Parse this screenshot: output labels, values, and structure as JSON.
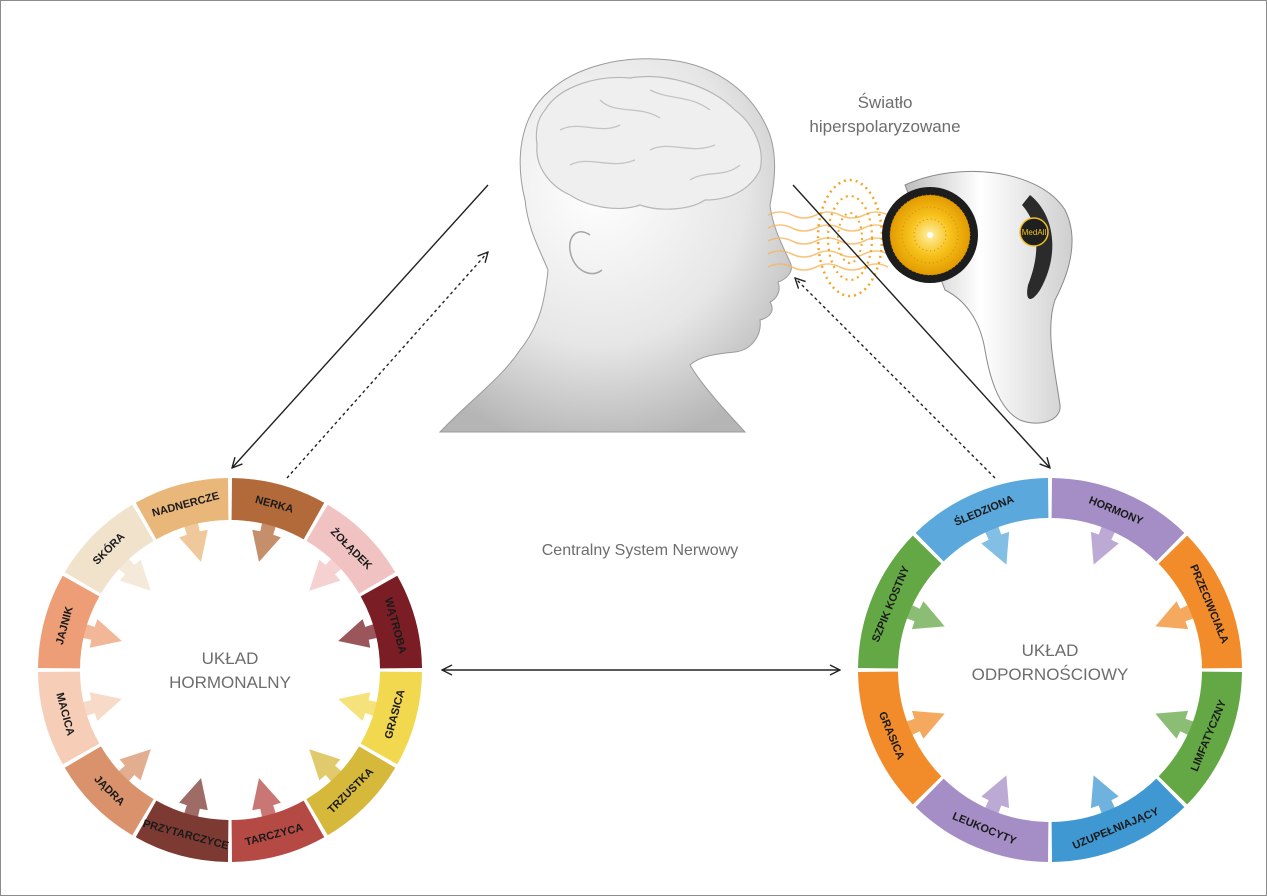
{
  "light_label": [
    "Światło",
    "hiperspolaryzowane"
  ],
  "cns_label": "Centralny System Nerwowy",
  "device_brand": "MedAll",
  "hormonal": {
    "title": [
      "UKŁAD",
      "HORMONALNY"
    ],
    "segments": [
      {
        "label": "NERKA",
        "color": "#b36a3a"
      },
      {
        "label": "ŻOŁĄDEK",
        "color": "#f1c2c2"
      },
      {
        "label": "WĄTROBA",
        "color": "#7a1d24"
      },
      {
        "label": "GRASICA",
        "color": "#f2d84f"
      },
      {
        "label": "TRZUSTKA",
        "color": "#d6b83a"
      },
      {
        "label": "TARCZYCA",
        "color": "#b54a45"
      },
      {
        "label": "PRZYTARCZYCE",
        "color": "#7d3a33"
      },
      {
        "label": "JĄDRA",
        "color": "#d9926b"
      },
      {
        "label": "MACICA",
        "color": "#f6cdb6"
      },
      {
        "label": "JAJNIK",
        "color": "#ee9e76"
      },
      {
        "label": "SKÓRA",
        "color": "#f1e2cc"
      },
      {
        "label": "NADNERCZE",
        "color": "#e9b77a"
      }
    ]
  },
  "immune": {
    "title": [
      "UKŁAD",
      "ODPORNOŚCIOWY"
    ],
    "segments": [
      {
        "label": "HORMONY",
        "color": "#a58ec6"
      },
      {
        "label": "PRZECIWCIAŁA",
        "color": "#f28c2a"
      },
      {
        "label": "LIMFATYCZNY",
        "color": "#64a845"
      },
      {
        "label": "UZUPEŁNIAJĄCY",
        "color": "#3f98d2"
      },
      {
        "label": "LEUKOCYTY",
        "color": "#a58ec6"
      },
      {
        "label": "GRASICA",
        "color": "#f28c2a"
      },
      {
        "label": "SZPIK KOSTNY",
        "color": "#64a845"
      },
      {
        "label": "ŚLEDZIONA",
        "color": "#5aa8dc"
      }
    ]
  }
}
